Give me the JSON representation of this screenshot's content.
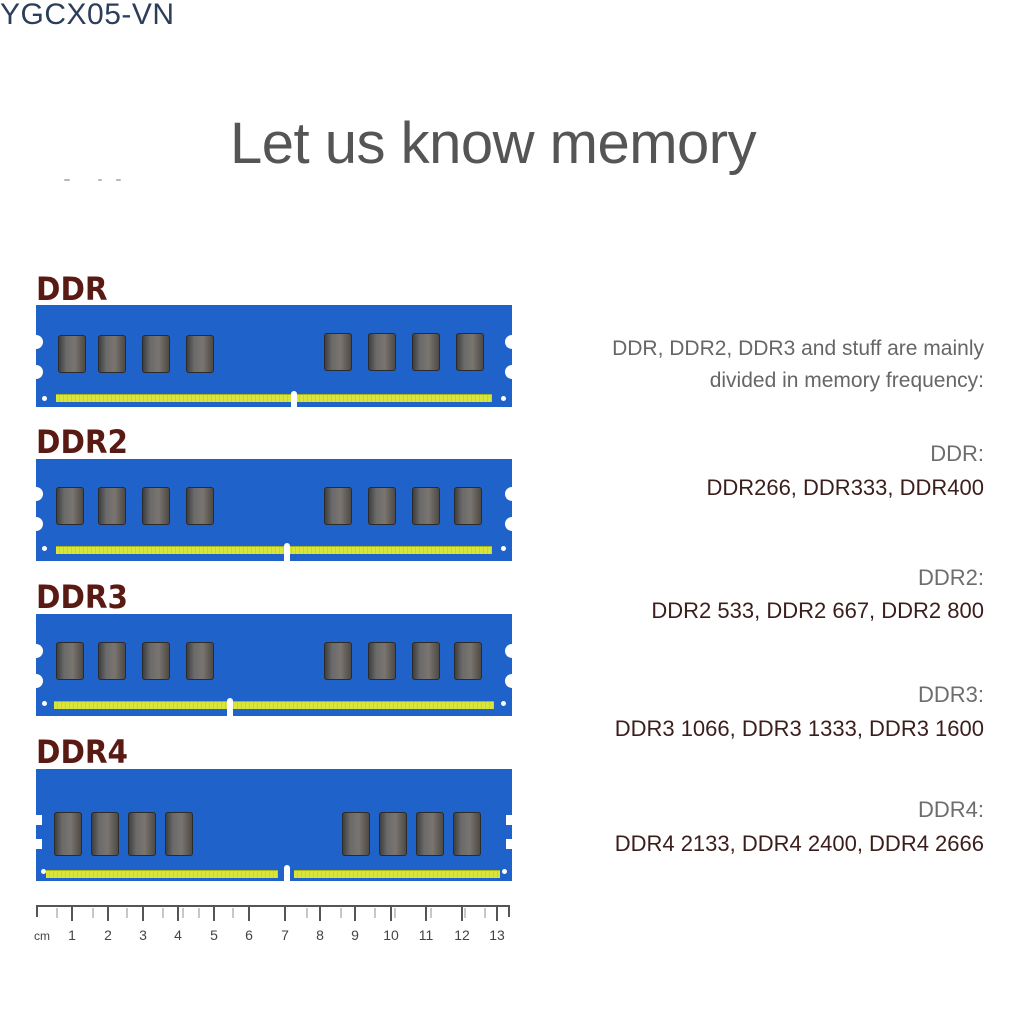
{
  "brand": "YGCX05-VN",
  "title": "Let us know memory",
  "colors": {
    "module_pcb": "#1f62c9",
    "contact_pins": "#d9e53a",
    "chip": "#5a5a5a",
    "label": "#5a1a14",
    "title_text": "#555555",
    "brand_text": "#2c3e5a"
  },
  "modules": [
    {
      "label": "DDR"
    },
    {
      "label": "DDR2"
    },
    {
      "label": "DDR3"
    },
    {
      "label": "DDR4"
    }
  ],
  "description": {
    "line1": "DDR, DDR2, DDR3 and stuff are mainly",
    "line2": "divided in memory frequency:"
  },
  "specs": [
    {
      "type": "DDR:",
      "frequencies": "DDR266, DDR333, DDR400"
    },
    {
      "type": "DDR2:",
      "frequencies": "DDR2 533, DDR2 667, DDR2 800"
    },
    {
      "type": "DDR3:",
      "frequencies": "DDR3 1066, DDR3 1333, DDR3 1600"
    },
    {
      "type": "DDR4:",
      "frequencies": "DDR4 2133, DDR4 2400, DDR4 2666"
    }
  ],
  "ruler": {
    "unit": "cm",
    "ticks": [
      "1",
      "2",
      "3",
      "4",
      "5",
      "6",
      "7",
      "8",
      "9",
      "10",
      "11",
      "12",
      "13"
    ]
  }
}
